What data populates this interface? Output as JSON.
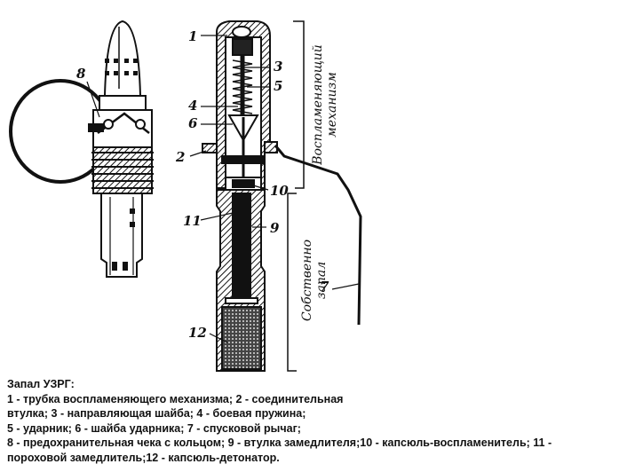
{
  "figure": {
    "part_labels": {
      "p1": "1",
      "p2": "2",
      "p3": "3",
      "p4": "4",
      "p5": "5",
      "p6": "6",
      "p7": "7",
      "p8": "8",
      "p9": "9",
      "p10": "10",
      "p11": "11",
      "p12": "12"
    },
    "section_labels": {
      "ignition_1": "Воспламеняющий",
      "ignition_2": "механизм",
      "fuze_1": "Собственно",
      "fuze_2": "запал"
    }
  },
  "caption": {
    "title": "Запал УЗРГ:",
    "lines": [
      "1 - трубка воспламеняющего механизма; 2 - соединительная",
      "втулка; 3 - направляющая шайба; 4 - боевая пружина;",
      "5 - ударник; 6 - шайба ударника; 7 - спусковой рычаг;",
      "8 - предохранительная чека с кольцом; 9 - втулка замедлителя;10 - капсюль-воспламенитель; 11 -",
      "пороховой замедлитель;12 - капсюль-детонатор."
    ]
  }
}
